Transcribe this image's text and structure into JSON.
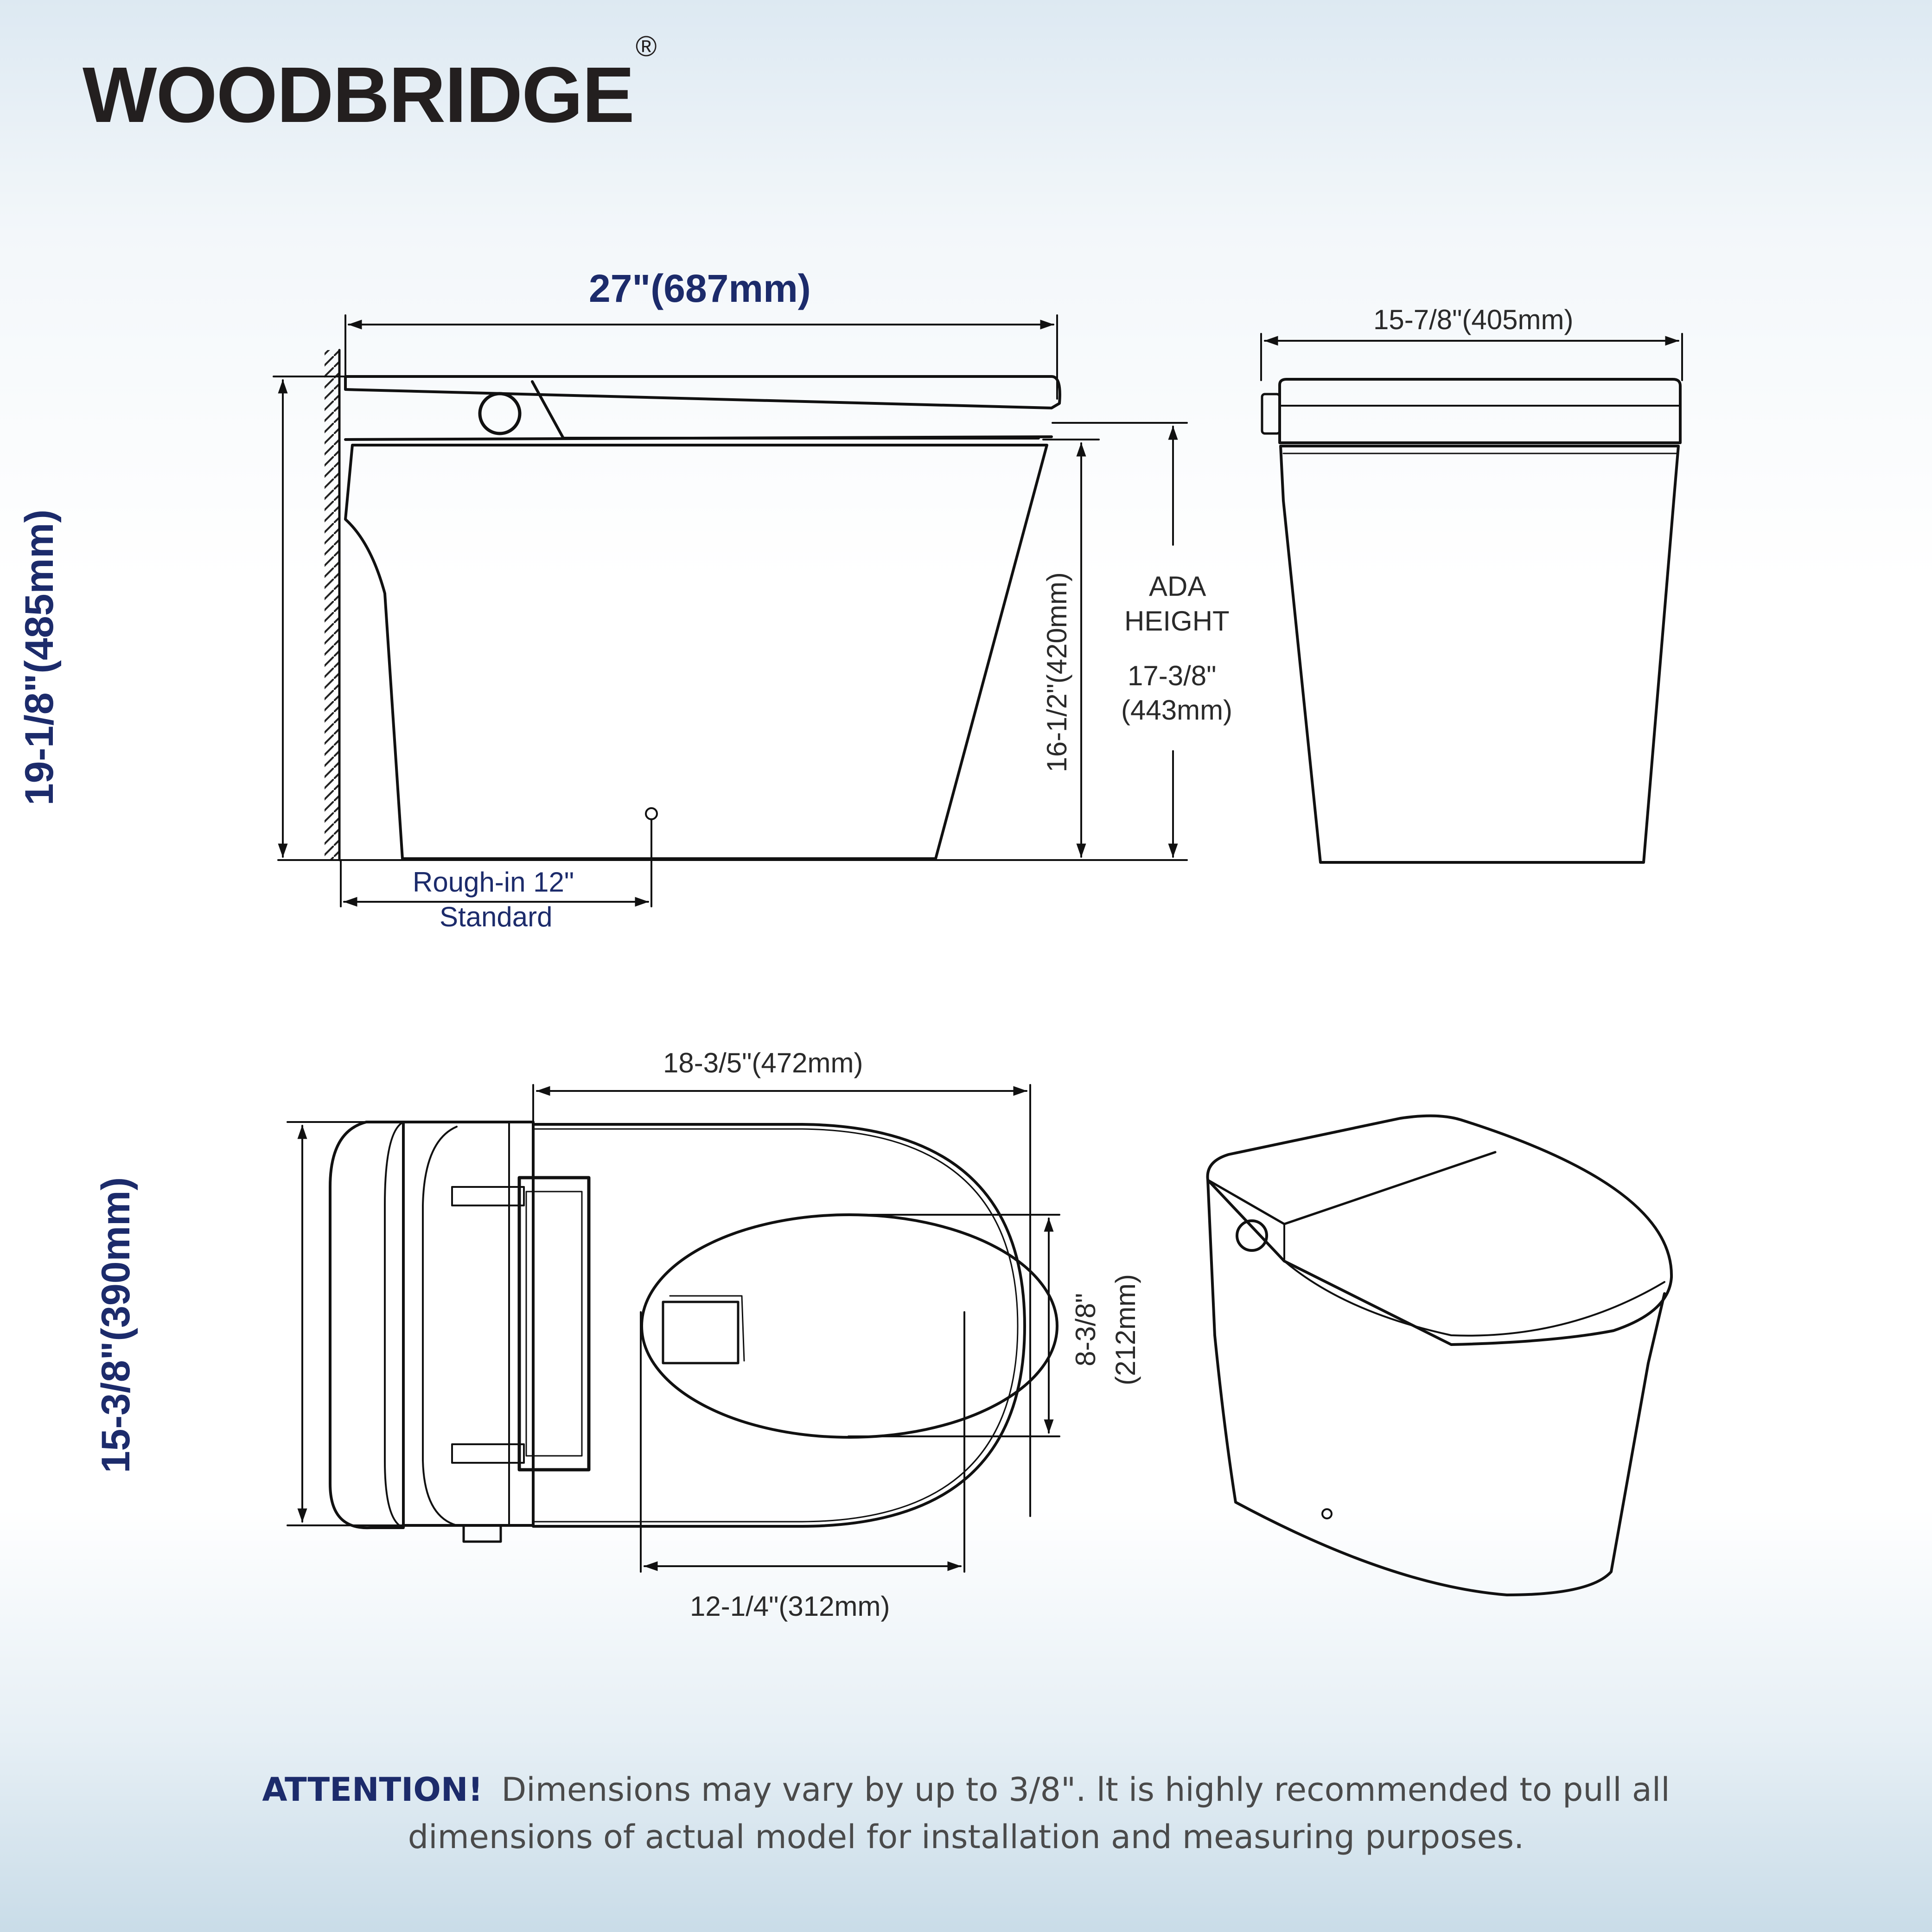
{
  "brand": {
    "name": "WOODBRIDGE",
    "mark": "®"
  },
  "side_view": {
    "overall_length": "27\"(687mm)",
    "total_height": "19-1/8\"(485mm)",
    "seat_height": "16-1/2\"(420mm)",
    "ada_line1": "ADA",
    "ada_line2": "HEIGHT",
    "ada_value1": "17-3/8\"",
    "ada_value2": "(443mm)",
    "rough_in_line1": "Rough-in 12\"",
    "rough_in_line2": "Standard"
  },
  "front_view": {
    "width": "15-7/8\"(405mm)"
  },
  "top_view": {
    "length": "18-3/5\"(472mm)",
    "width": "15-3/8\"(390mm)",
    "bowl_width_line1": "8-3/8\"",
    "bowl_width_line2": "(212mm)",
    "bowl_length": "12-1/4\"(312mm)"
  },
  "note": {
    "label": "ATTENTION!",
    "line1": "Dimensions may vary by up to 3/8\". lt is highly recommended to pull all",
    "line2": "dimensions of actual model for installation and measuring purposes."
  }
}
